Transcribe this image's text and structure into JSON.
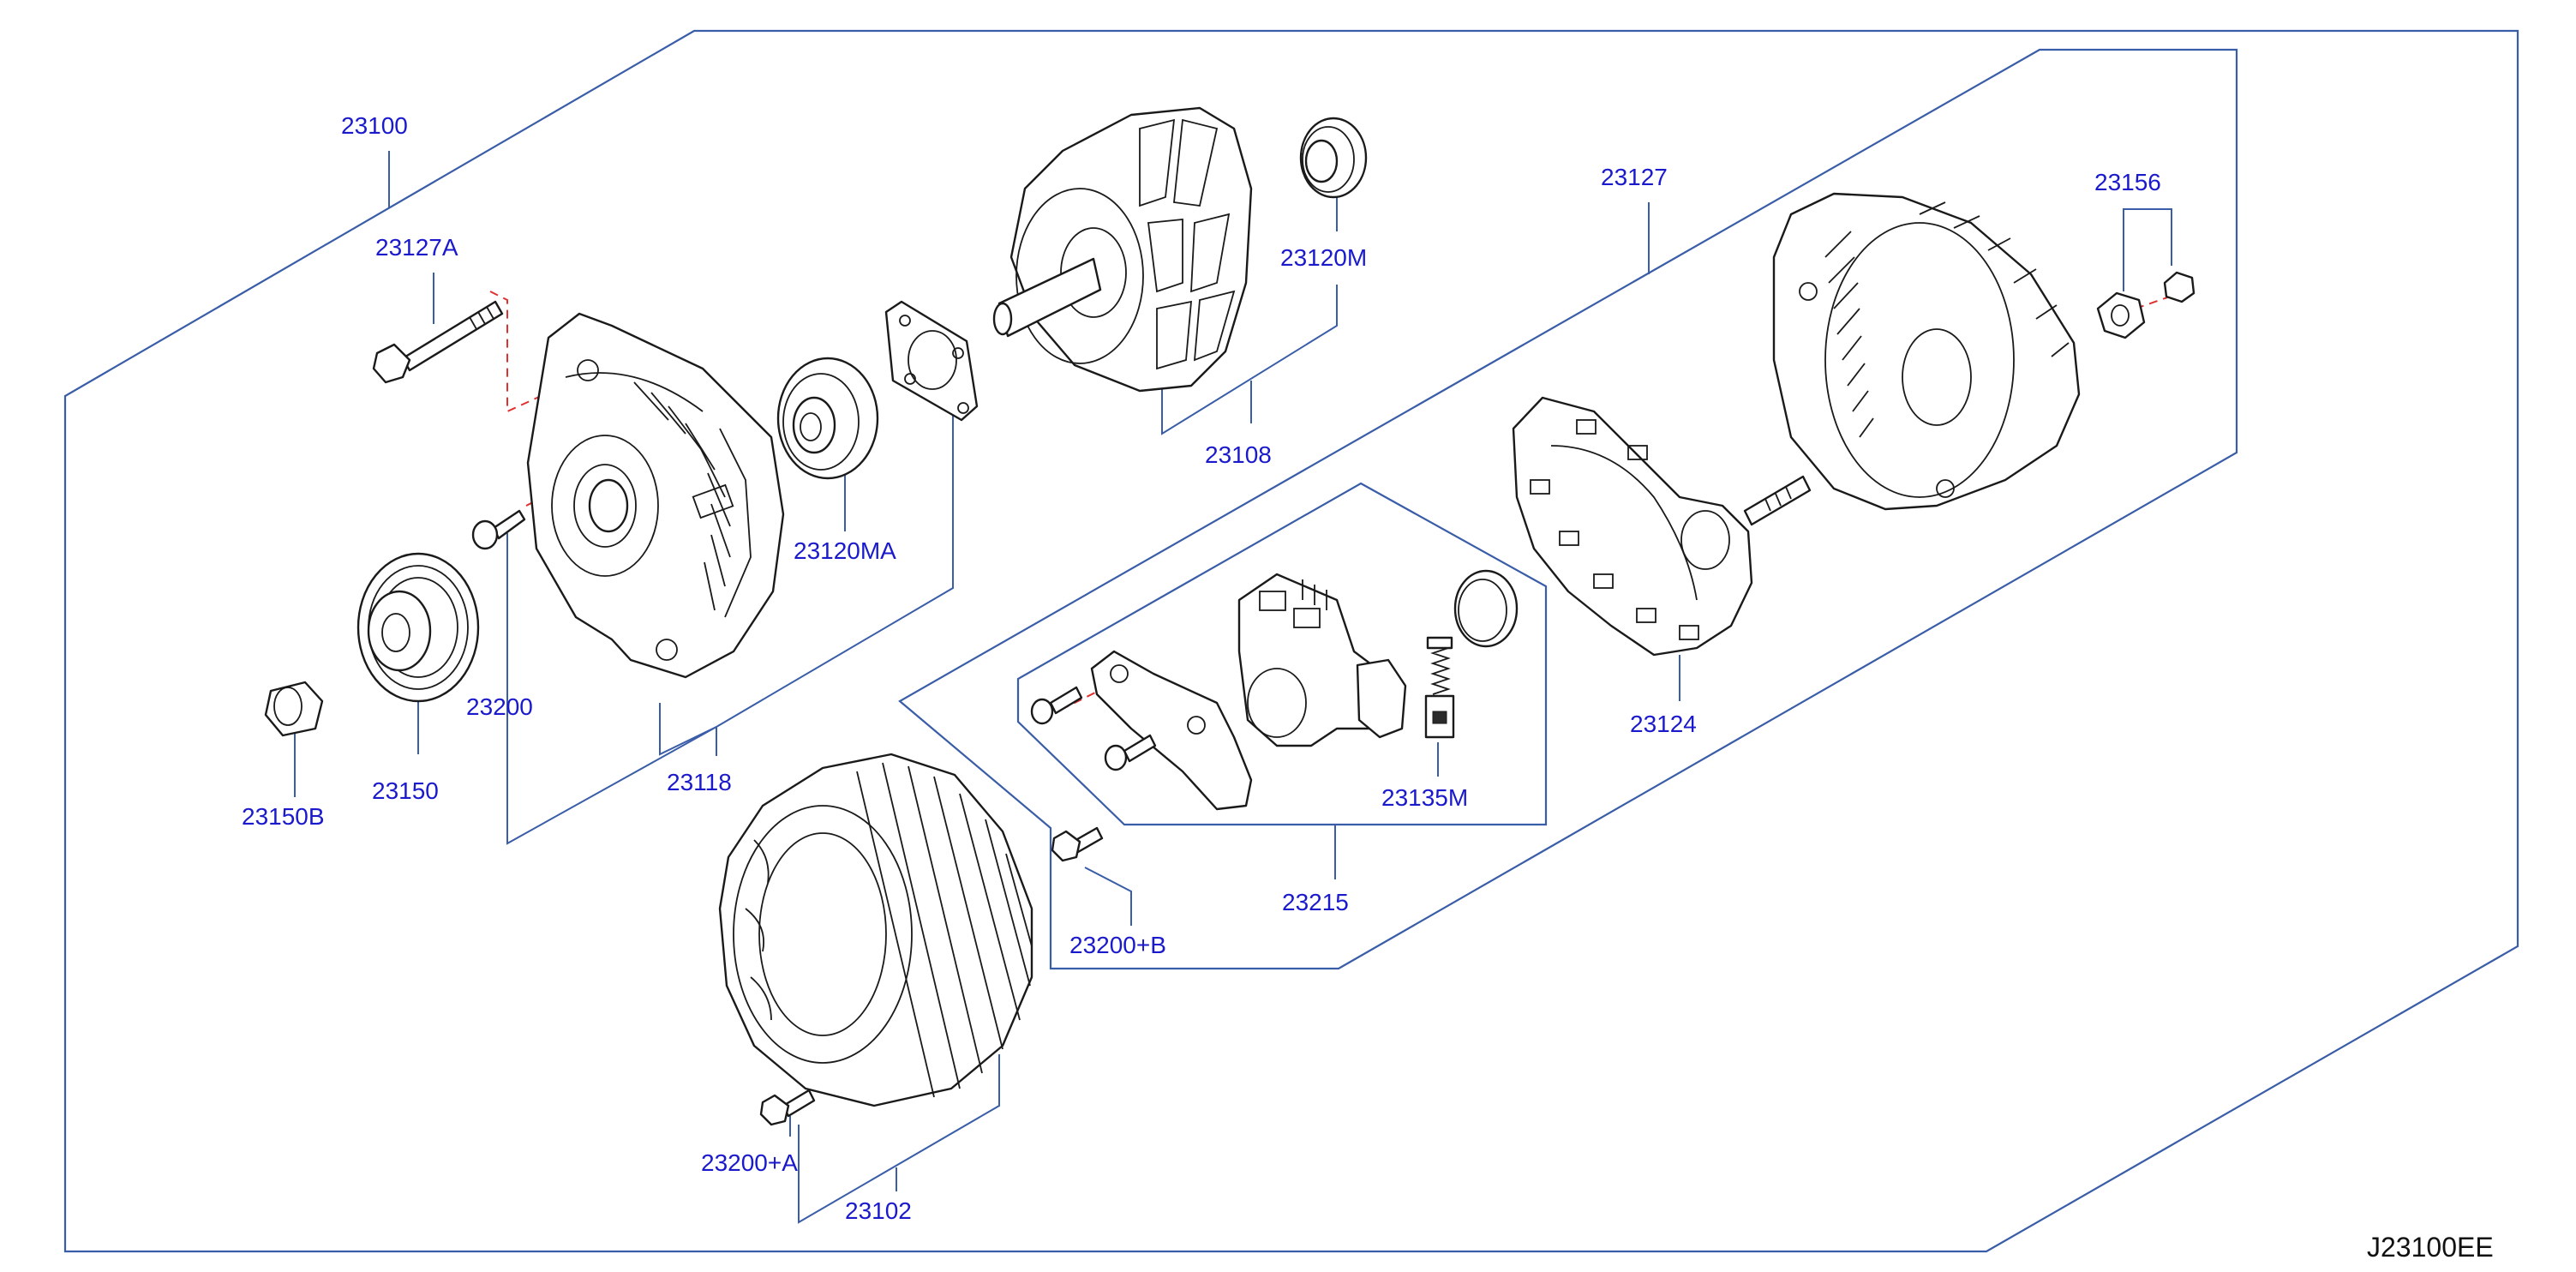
{
  "diagram_id": "J23100EE",
  "parts": {
    "p23100": "23100",
    "p23127A": "23127A",
    "p23200": "23200",
    "p23150": "23150",
    "p23150B": "23150B",
    "p23118": "23118",
    "p23120MA": "23120MA",
    "p23120M": "23120M",
    "p23108": "23108",
    "p23127": "23127",
    "p23156": "23156",
    "p23124": "23124",
    "p23135M": "23135M",
    "p23215": "23215",
    "p23200B": "23200+B",
    "p23200A": "23200+A",
    "p23102": "23102"
  }
}
